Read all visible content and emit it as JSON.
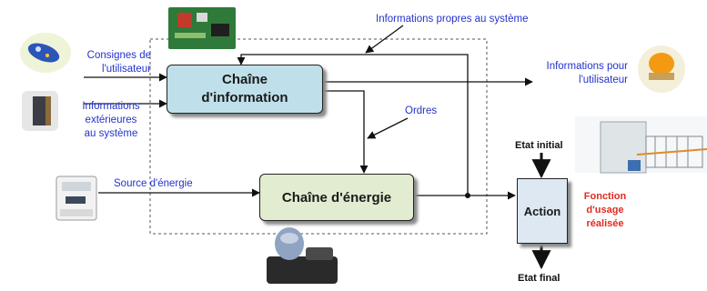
{
  "labels": {
    "consignes_line1": "Consignes de",
    "consignes_line2": "l'utilisateur",
    "infos_ext_line1": "Informations",
    "infos_ext_line2": "extérieures",
    "infos_ext_line3": "au système",
    "source_energie": "Source d'énergie",
    "infos_propres": "Informations propres au système",
    "infos_pour_line1": "Informations pour",
    "infos_pour_line2": "l'utilisateur",
    "ordres": "Ordres",
    "etat_initial": "Etat initial",
    "etat_final": "Etat final",
    "fonction_line1": "Fonction",
    "fonction_line2": "d'usage",
    "fonction_line3": "réalisée"
  },
  "blocks": {
    "chaine_info_line1": "Chaîne",
    "chaine_info_line2": "d'information",
    "chaine_energie": "Chaîne d'énergie",
    "action": "Action"
  },
  "colors": {
    "label_blue": "#2233cc",
    "function_red": "#e02b20",
    "info_block": "#bfe0ea",
    "energy_block": "#e2ecd0",
    "action_block": "#dde8f3"
  },
  "icons": [
    "remote-control-icon",
    "sensor-icon",
    "electric-meter-icon",
    "control-board-icon",
    "motor-icon",
    "warning-light-icon",
    "gate-icon"
  ]
}
